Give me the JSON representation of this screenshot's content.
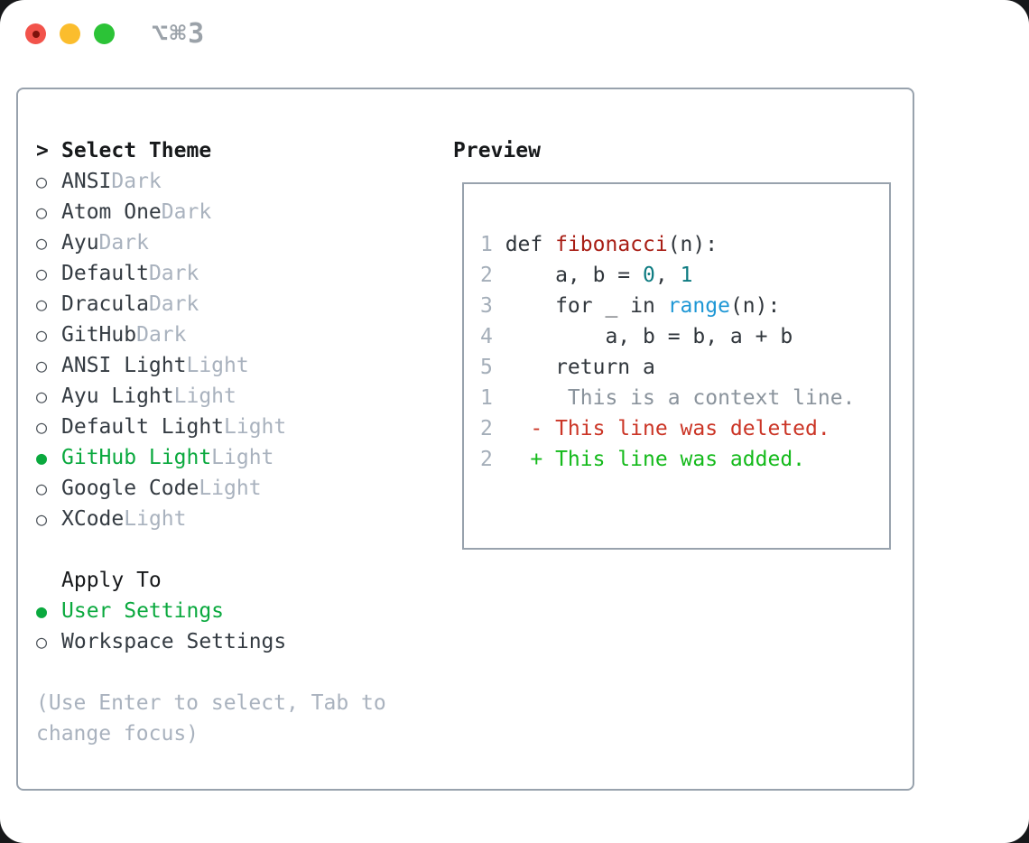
{
  "window": {
    "title": "⌥⌘3"
  },
  "colors": {
    "selection_green": "#0aa93e",
    "added_green": "#14ba1b",
    "deleted_red": "#cb3526",
    "function_red": "#a81e15",
    "number_teal": "#0d7b81",
    "builtin_blue": "#1e97d5",
    "muted_gray": "#a9b2be",
    "border_gray": "#98a2ad",
    "traffic_red": "#f2534b",
    "traffic_yellow": "#fbbd2d",
    "traffic_green": "#2cc337"
  },
  "theme_list": {
    "cursor": ">",
    "header": "Select Theme",
    "items": [
      {
        "name": "ANSI",
        "variant": "Dark",
        "selected": false
      },
      {
        "name": "Atom One",
        "variant": "Dark",
        "selected": false
      },
      {
        "name": "Ayu",
        "variant": "Dark",
        "selected": false
      },
      {
        "name": "Default",
        "variant": "Dark",
        "selected": false
      },
      {
        "name": "Dracula",
        "variant": "Dark",
        "selected": false
      },
      {
        "name": "GitHub",
        "variant": "Dark",
        "selected": false
      },
      {
        "name": "ANSI Light",
        "variant": "Light",
        "selected": false
      },
      {
        "name": "Ayu Light",
        "variant": "Light",
        "selected": false
      },
      {
        "name": "Default Light",
        "variant": "Light",
        "selected": false
      },
      {
        "name": "GitHub Light",
        "variant": "Light",
        "selected": true
      },
      {
        "name": "Google Code",
        "variant": "Light",
        "selected": false
      },
      {
        "name": "XCode",
        "variant": "Light",
        "selected": false
      }
    ]
  },
  "apply_to": {
    "header": "Apply To",
    "options": [
      {
        "name": "User Settings",
        "selected": true
      },
      {
        "name": "Workspace Settings",
        "selected": false
      }
    ]
  },
  "hint": "(Use Enter to select, Tab to change focus)",
  "preview": {
    "header": "Preview",
    "code_lines": [
      {
        "num": "1",
        "segments": [
          {
            "t": "def ",
            "s": "code"
          },
          {
            "t": "fibonacci",
            "s": "func"
          },
          {
            "t": "(n):",
            "s": "code"
          }
        ]
      },
      {
        "num": "2",
        "segments": [
          {
            "t": "    a, b = ",
            "s": "code"
          },
          {
            "t": "0",
            "s": "num"
          },
          {
            "t": ", ",
            "s": "code"
          },
          {
            "t": "1",
            "s": "num"
          }
        ]
      },
      {
        "num": "3",
        "segments": [
          {
            "t": "    for _ in ",
            "s": "code"
          },
          {
            "t": "range",
            "s": "builtin"
          },
          {
            "t": "(n):",
            "s": "code"
          }
        ]
      },
      {
        "num": "4",
        "segments": [
          {
            "t": "        a, b = b, a + b",
            "s": "code"
          }
        ]
      },
      {
        "num": "5",
        "segments": [
          {
            "t": "    return a",
            "s": "code"
          }
        ]
      },
      {
        "num": "",
        "segments": []
      },
      {
        "num": "1",
        "segments": [
          {
            "t": "     This is a context line.",
            "s": "context"
          }
        ]
      },
      {
        "num": "2",
        "segments": [
          {
            "t": "  - This line was deleted.",
            "s": "deleted"
          }
        ]
      },
      {
        "num": "2",
        "segments": [
          {
            "t": "  + This line was added.",
            "s": "added"
          }
        ]
      }
    ]
  }
}
